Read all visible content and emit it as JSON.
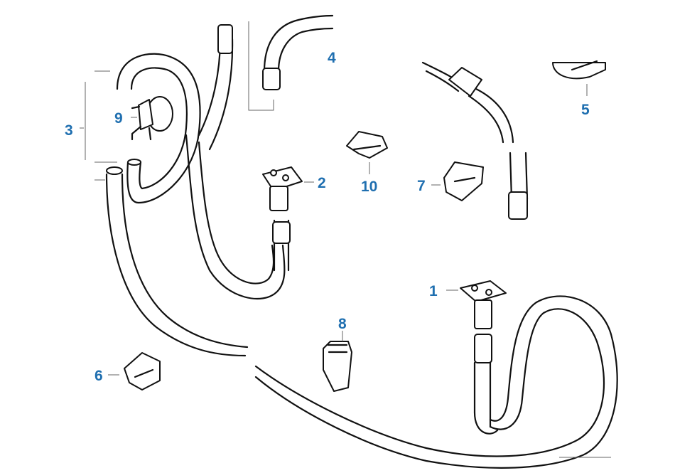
{
  "callouts": {
    "c1": "1",
    "c2": "2",
    "c3": "3",
    "c4": "4",
    "c5": "5",
    "c6": "6",
    "c7": "7",
    "c8": "8",
    "c9": "9",
    "c10": "10"
  },
  "colors": {
    "callout": "#1f6fb0",
    "line": "#111111",
    "leader": "#666666",
    "background": "#ffffff"
  }
}
